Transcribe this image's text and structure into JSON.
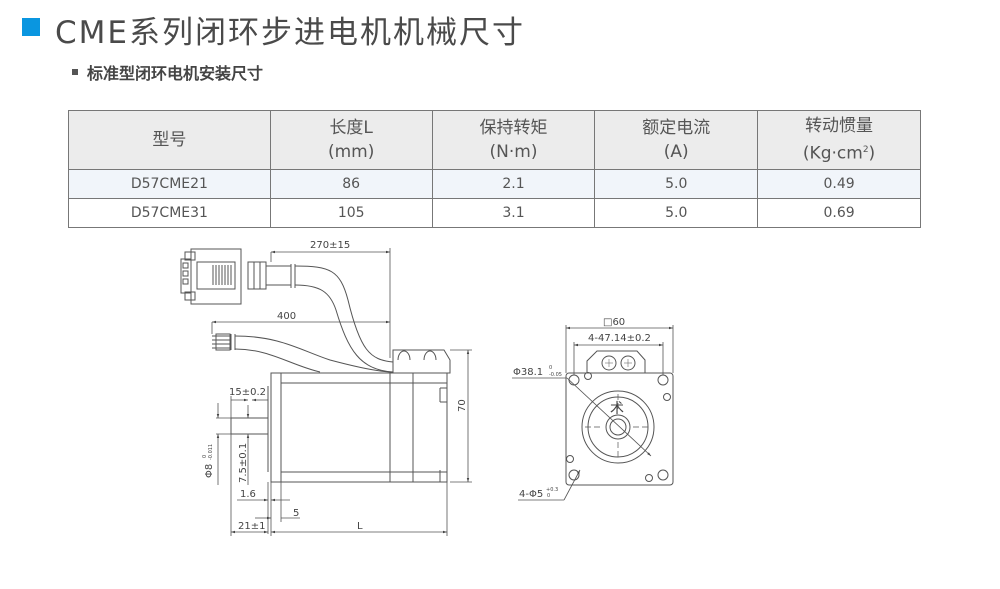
{
  "header": {
    "title": "CME系列闭环步进电机机械尺寸",
    "subtitle": "标准型闭环电机安装尺寸",
    "accent_color": "#0a96e0"
  },
  "table": {
    "columns": [
      {
        "line1": "型号",
        "line2": ""
      },
      {
        "line1": "长度L",
        "line2": "(mm)"
      },
      {
        "line1": "保持转矩",
        "line2": "(N·m)"
      },
      {
        "line1": "额定电流",
        "line2": "(A)"
      },
      {
        "line1": "转动惯量",
        "line2": "(Kg·cm",
        "sup": "2",
        "tail": ")"
      }
    ],
    "rows": [
      [
        "D57CME21",
        "86",
        "2.1",
        "5.0",
        "0.49"
      ],
      [
        "D57CME31",
        "105",
        "3.1",
        "5.0",
        "0.69"
      ]
    ]
  },
  "drawing": {
    "side_view": {
      "encoder_cable_length": "270±15",
      "power_cable_length": "400",
      "height": "70",
      "shaft_length": "15±0.2",
      "shaft_diameter": "Φ8",
      "shaft_diameter_tol_upper": "0",
      "shaft_diameter_tol_lower": "-0.011",
      "flat_depth": "7.5±0.1",
      "boss_thickness": "1.6",
      "flange_thickness": "5",
      "shaft_extension": "21±1",
      "body_length": "L"
    },
    "front_view": {
      "flange_square": "□60",
      "hole_spacing": "4-47.14±0.2",
      "pilot_diameter": "Φ38.1",
      "pilot_tol_upper": "0",
      "pilot_tol_lower": "-0.05",
      "mount_holes": "4-Φ5",
      "mount_holes_tol_upper": "+0.3",
      "mount_holes_tol_lower": "0"
    }
  }
}
